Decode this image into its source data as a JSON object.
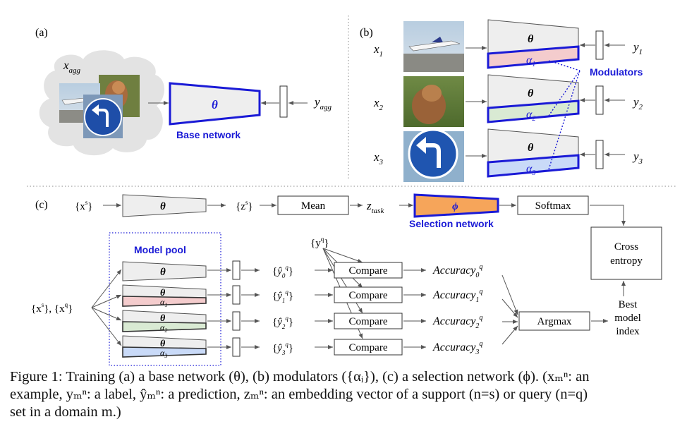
{
  "panels": {
    "a": "(a)",
    "b": "(b)",
    "c": "(c)"
  },
  "a": {
    "x_label": "x",
    "x_sub": "agg",
    "theta": "θ",
    "network_label": "Base network",
    "y_label": "y",
    "y_sub": "agg"
  },
  "b": {
    "x_labels": [
      {
        "v": "x",
        "s": "1"
      },
      {
        "v": "x",
        "s": "2"
      },
      {
        "v": "x",
        "s": "3"
      }
    ],
    "y_labels": [
      {
        "v": "y",
        "s": "1"
      },
      {
        "v": "y",
        "s": "2"
      },
      {
        "v": "y",
        "s": "3"
      }
    ],
    "theta": "θ",
    "alphas": [
      {
        "v": "α",
        "s": "1"
      },
      {
        "v": "α",
        "s": "2"
      },
      {
        "v": "α",
        "s": "3"
      }
    ],
    "modulators_label": "Modulators"
  },
  "c": {
    "xs_set": "{x",
    "xs_sup": "s",
    "set_close": "}",
    "zs_set": "{z",
    "mean": "Mean",
    "z_task": "z",
    "z_task_sub": "task",
    "phi": "ϕ",
    "selection_label": "Selection network",
    "softmax": "Softmax",
    "cross_entropy": [
      "Cross",
      "entropy"
    ],
    "model_pool": "Model pool",
    "yq_set": "{y",
    "yq_sup": "q",
    "input_sets": "{x",
    "input_sets_mid": "}, {x",
    "compare": "Compare",
    "accuracy": "Accuracy",
    "argmax": "Argmax",
    "best_index": [
      "Best",
      "model",
      "index"
    ],
    "pred_subs": [
      "0",
      "1",
      "2",
      "3"
    ]
  },
  "caption": {
    "line1": "Figure 1: Training (a) a base network (θ), (b) modulators ({αᵢ}), (c) a selection network (ϕ). (xₘⁿ: an",
    "line2": "example, yₘⁿ: a label, ŷₘⁿ: a prediction, zₘⁿ: an embedding vector of a support (n=s) or query (n=q)",
    "line3": "set in a domain m.)"
  },
  "colors": {
    "blue": "#1a1ad6",
    "alpha1": "#f4cccd",
    "alpha2": "#d9ead3",
    "alpha3": "#c9daf8",
    "phi": "#f6a55a",
    "trap_fill": "#eeeeee",
    "cloud": "#e4e4e4"
  }
}
